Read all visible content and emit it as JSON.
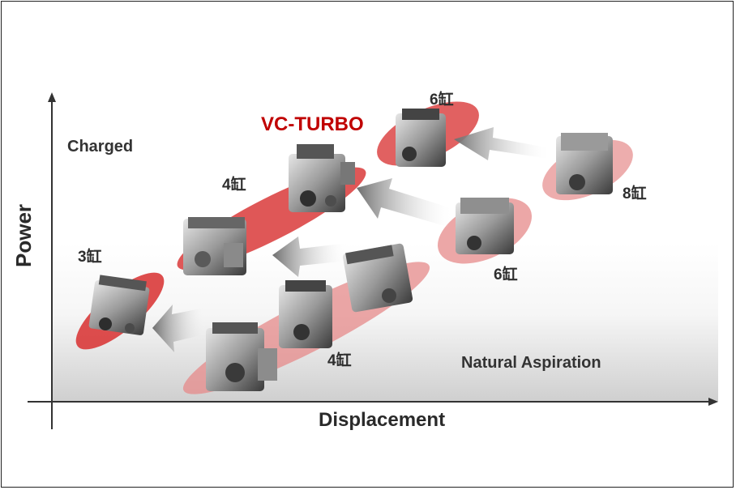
{
  "axes": {
    "y_label": "Power",
    "x_label": "Displacement"
  },
  "regions": {
    "upper": "Charged",
    "lower": "Natural Aspiration"
  },
  "highlight": {
    "label": "VC-TURBO",
    "color": "#c00000"
  },
  "cylinder_labels": {
    "charged_3": "3缸",
    "charged_4": "4缸",
    "charged_6": "6缸",
    "na_4": "4缸",
    "na_6": "6缸",
    "na_8": "8缸"
  },
  "colors": {
    "ellipse_red": "#d93a3a",
    "ellipse_pink": "#e58a8a",
    "arrow_gray": "#7a7a7a"
  }
}
